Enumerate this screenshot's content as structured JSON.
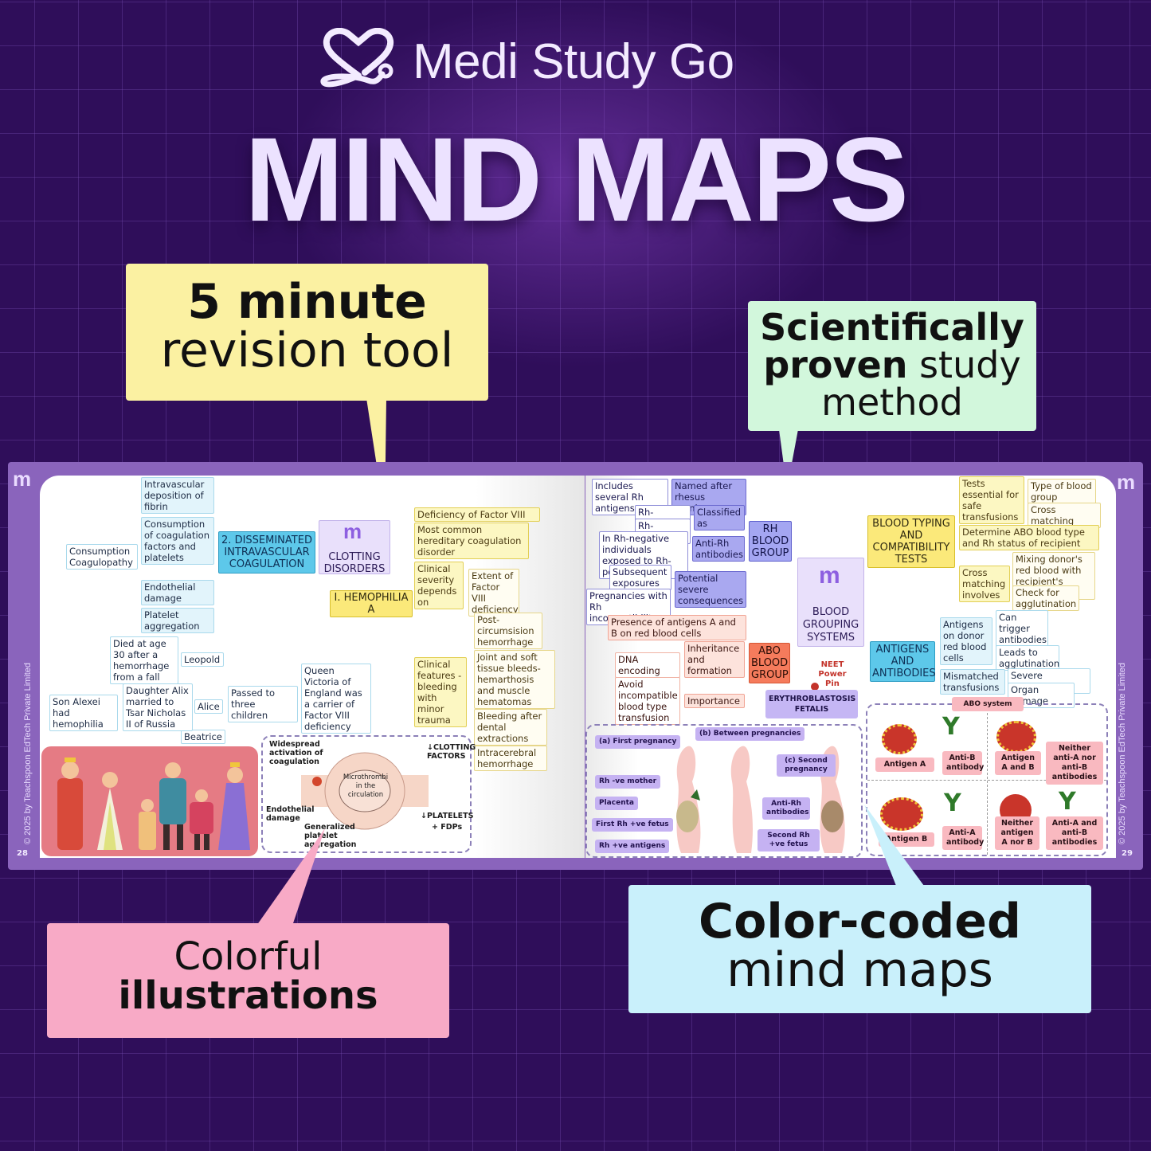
{
  "brand": {
    "name": "Medi Study Go",
    "logo_icon": "heart-stethoscope-icon"
  },
  "title": "MIND MAPS",
  "callouts": {
    "revision": {
      "bold": "5 minute",
      "regular": "revision tool",
      "color": "#fbf1a2"
    },
    "scientific": {
      "line1": "Scientifically",
      "line2_bold": "proven",
      "line2_regular": " study",
      "line3": "method",
      "color": "#d2f7dc"
    },
    "colorful": {
      "regular": "Colorful",
      "bold": "illustrations",
      "color": "#f8aac6"
    },
    "color_coded": {
      "bold": "Color-coded",
      "regular": "mind maps",
      "color": "#c9f0fb"
    }
  },
  "book": {
    "left_page": {
      "number": "28",
      "copyright": "© 2025 by Teachspoon EdTech Private Limited",
      "central_node": "CLOTTING DISORDERS",
      "dic": {
        "title": "2. DISSEMINATED INTRAVASCULAR COAGULATION",
        "children": [
          "Intravascular deposition of fibrin",
          "Consumption of coagulation factors and platelets",
          "Endothelial damage",
          "Platelet aggregation"
        ],
        "alias": "Consumption Coagulopathy"
      },
      "hemophilia": {
        "title": "I. HEMOPHILIA A",
        "items": [
          "Deficiency of Factor VIII",
          "Most common hereditary coagulation disorder",
          "Clinical severity depends on",
          "Clinical features - bleeding with minor trauma"
        ],
        "severity_child": "Extent of Factor VIII deficiency",
        "features": [
          "Post-circumsision hemorrhage",
          "Joint and soft tissue bleeds- hemarthosis and muscle hematomas",
          "Bleeding after dental extractions",
          "Intracerebral hemorrhage"
        ]
      },
      "history": {
        "queen": "Queen Victoria of England was a carrier of Factor VIII deficiency",
        "passed": "Passed to three children",
        "children": [
          "Leopold",
          "Alice",
          "Beatrice"
        ],
        "leopold_note": "Died at age 30 after a hemorrhage from a fall",
        "alice_note": "Daughter Alix married to Tsar Nicholas II of Russia",
        "alexei_note": "Son Alexei had hemophilia"
      },
      "diagram": {
        "activation": "Widespread activation of coagulation",
        "endothelial": "Endothelial damage",
        "aggregation": "Generalized platelet aggregation",
        "microthrombi": "Microthrombi in the circulation",
        "clotting": "CLOTTING FACTORS",
        "platelets": "PLATELETS",
        "fdps": "+ FDPs"
      }
    },
    "right_page": {
      "number": "29",
      "copyright": "© 2025 by Teachspoon EdTech Private Limited",
      "central_node": "BLOOD GROUPING SYSTEMS",
      "rh": {
        "title": "RH BLOOD GROUP",
        "named": "Named after rhesus monkey",
        "named_child": "Includes several Rh antigens",
        "classified": "Classified as",
        "classes": [
          "Rh-positive",
          "Rh-negative"
        ],
        "anti": "Anti-Rh antibodies",
        "anti_child": "In Rh-negative individuals exposed to Rh-positive",
        "potential": "Potential severe consequences",
        "potential_children": [
          "Subsequent exposures",
          "Pregnancies with Rh incompatibility"
        ]
      },
      "abo": {
        "title": "ABO BLOOD GROUP",
        "presence": "Presence of antigens A and B on red blood cells",
        "inheritance": "Inheritance and formation",
        "dna": "DNA encoding",
        "importance": "Importance",
        "avoid": "Avoid incompatible blood type transfusion"
      },
      "neet": "NEET Power Pin",
      "ery": "ERYTHROBLASTOSIS FETALIS",
      "typing": {
        "title": "BLOOD TYPING AND COMPATIBILITY TESTS",
        "tests": "Tests essential for safe transfusions",
        "tests_children": [
          "Type of blood group",
          "Cross matching"
        ],
        "determine": "Determine ABO blood type and Rh status of recipient",
        "cross": "Cross matching involves",
        "cross_children": [
          "Mixing donor's red blood with recipient's serum",
          "Check for agglutination"
        ]
      },
      "antigens": {
        "title": "ANTIGENS AND ANTIBODIES",
        "donor": "Antigens on donor red blood cells",
        "donor_children": [
          "Can trigger antibodies in recipient",
          "Leads to agglutination"
        ],
        "mismatch": "Mismatched transfusions",
        "mismatch_children": [
          "Severe symptoms",
          "Organ damage"
        ]
      },
      "pregnancy": {
        "first": "(a) First pregnancy",
        "between": "(b) Between pregnancies",
        "second": "(c) Second pregnancy",
        "labels": [
          "Rh -ve mother",
          "Placenta",
          "First Rh +ve fetus",
          "Rh +ve antigens"
        ],
        "anti_rh": "Anti-Rh antibodies",
        "second_fetus": "Second Rh +ve fetus"
      },
      "abo_system": {
        "title": "ABO system",
        "cells": [
          "Antigen A",
          "Anti-B antibody",
          "Antigen A and B",
          "Neither anti-A nor anti-B antibodies",
          "Antigen B",
          "Anti-A antibody",
          "Neither antigen A nor B",
          "Anti-A and anti-B antibodies"
        ]
      }
    }
  }
}
